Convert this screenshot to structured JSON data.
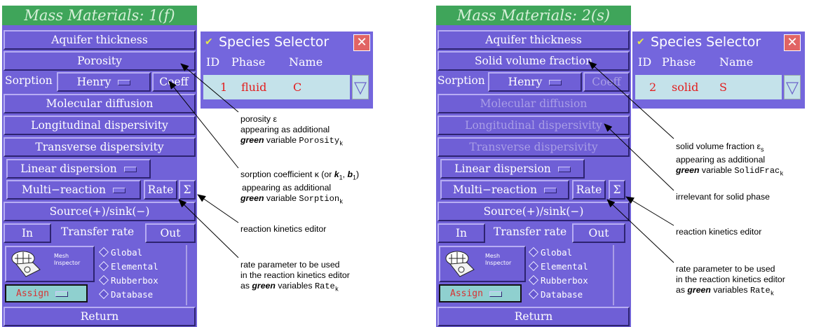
{
  "panels": [
    {
      "title": "Mass Materials: 1(f)",
      "aquifer": "Aquifer thickness",
      "porosity": "Porosity",
      "sorption_label": "Sorption",
      "sorption_value": "Henry",
      "coeff": "Coeff",
      "molecular": "Molecular diffusion",
      "longitudinal": "Longitudinal dispersivity",
      "transverse": "Transverse dispersivity",
      "linear": "Linear dispersion",
      "multi": "Multi−reaction",
      "rate": "Rate",
      "sigma": "Σ",
      "source": "Source(+)/sink(−)",
      "in": "In",
      "transfer": "Transfer rate",
      "out": "Out",
      "mesh1": "Mesh",
      "mesh2": "Inspector",
      "opt1": "Global",
      "opt2": "Elemental",
      "opt3": "Rubberbox",
      "opt4": "Database",
      "assign": "Assign",
      "return": "Return"
    },
    {
      "title": "Mass Materials: 2(s)",
      "aquifer": "Aquifer thickness",
      "porosity": "Solid volume fraction",
      "sorption_label": "Sorption",
      "sorption_value": "Henry",
      "coeff": "Coeff",
      "molecular": "Molecular diffusion",
      "longitudinal": "Longitudinal dispersivity",
      "transverse": "Transverse dispersivity",
      "linear": "Linear dispersion",
      "multi": "Multi−reaction",
      "rate": "Rate",
      "sigma": "Σ",
      "source": "Source(+)/sink(−)",
      "in": "In",
      "transfer": "Transfer rate",
      "out": "Out",
      "mesh1": "Mesh",
      "mesh2": "Inspector",
      "opt1": "Global",
      "opt2": "Elemental",
      "opt3": "Rubberbox",
      "opt4": "Database",
      "assign": "Assign",
      "return": "Return"
    }
  ],
  "selectors": [
    {
      "title": "Species Selector",
      "close": "✕",
      "h_id": "ID",
      "h_phase": "Phase",
      "h_name": "Name",
      "id": "1",
      "phase": "fluid",
      "name": "C"
    },
    {
      "title": "Species Selector",
      "close": "✕",
      "h_id": "ID",
      "h_phase": "Phase",
      "h_name": "Name",
      "id": "2",
      "phase": "solid",
      "name": "S"
    }
  ],
  "notes_left": {
    "porosity_1": "porosity ε",
    "porosity_2": "appearing as additional",
    "green": "green",
    "variable": " variable ",
    "porosity_var": "Porosity",
    "sorption_1": "sorption coefficient κ (or ",
    "sorption_k1": "k",
    "sorption_sep": ", ",
    "sorption_b1": "b",
    "sorption_end": ")",
    "sorption_2": "appearing as additional",
    "sorption_var": "Sorption",
    "kinetics": "reaction kinetics editor",
    "rate_1": "rate parameter to be used",
    "rate_2": "in the reaction kinetics editor",
    "rate_3": "as ",
    "rate_3b": " variables ",
    "rate_var": "Rate",
    "sub_k": "k",
    "sub_1": "1"
  },
  "notes_right": {
    "solid_1": "solid volume fraction ε",
    "solid_sub": "s",
    "solid_2": "appearing as additional",
    "solid_var": "SolidFrac",
    "irrelevant": "irrelevant for solid phase",
    "kinetics": "reaction kinetics editor",
    "rate_1": "rate parameter to be used",
    "rate_2": "in the reaction kinetics editor",
    "rate_var": "Rate"
  },
  "colors": {
    "panel": "#7162d8",
    "title_bar": "#3fa55a",
    "selected_row": "#c4e2ea",
    "red_text": "#e21e1e",
    "assign_bg": "#8fd0cf"
  }
}
